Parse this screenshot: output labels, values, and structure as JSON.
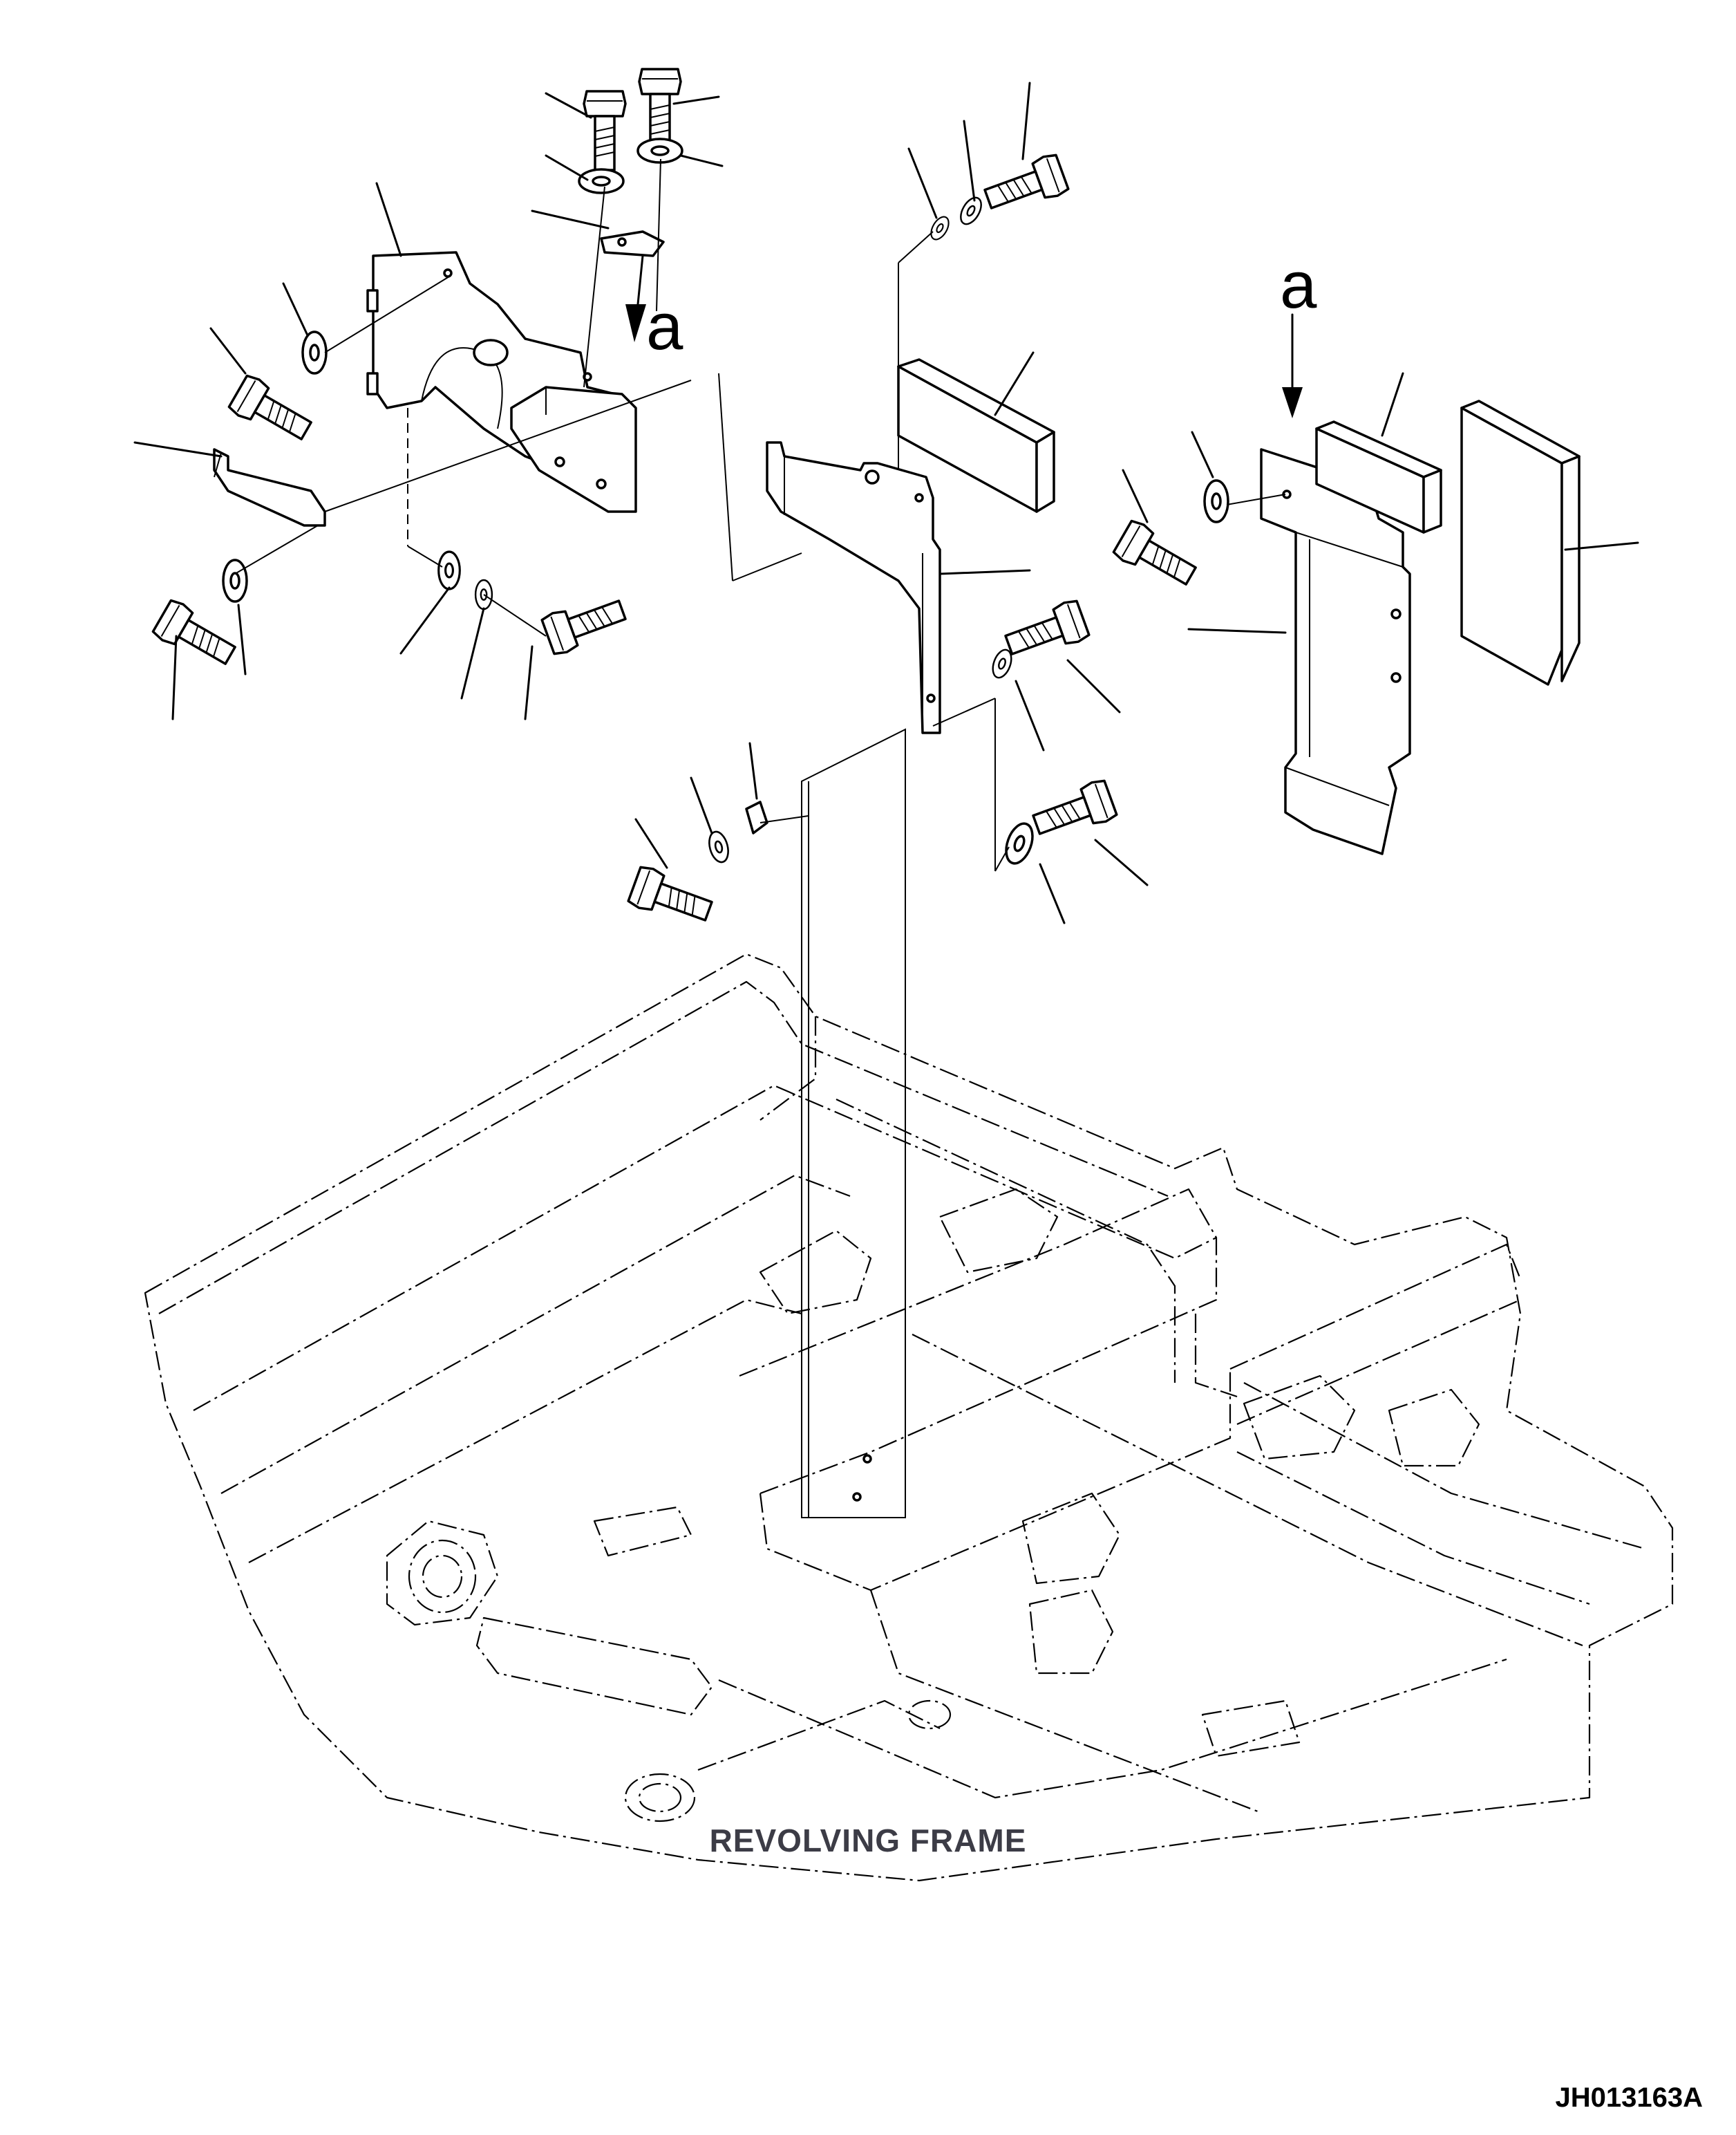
{
  "diagram": {
    "view_marker_1": "a",
    "view_marker_2": "a",
    "frame_label": "REVOLVING FRAME",
    "drawing_code": "JH013163A"
  }
}
